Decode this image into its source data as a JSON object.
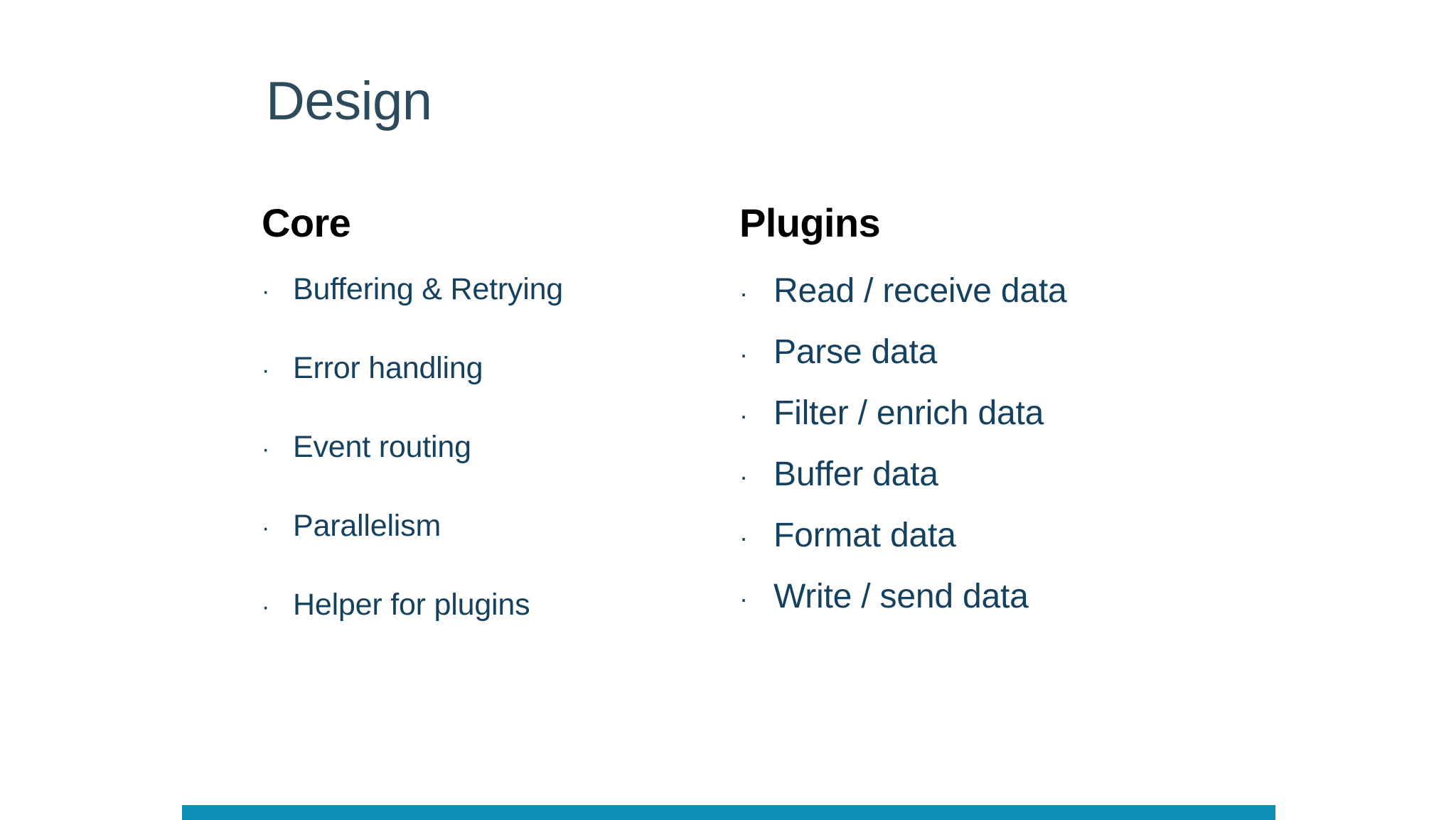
{
  "slide": {
    "title": "Design",
    "background_color": "#ffffff",
    "title_color": "#2e4b5e",
    "heading_color": "#000000",
    "body_color": "#15415f",
    "accent_color": "#0b8fb8"
  },
  "columns": [
    {
      "id": "core",
      "heading": "Core",
      "items": [
        {
          "bullet": "·",
          "label": "Buffering & Retrying"
        },
        {
          "bullet": "·",
          "label": "Error handling"
        },
        {
          "bullet": "·",
          "label": "Event routing"
        },
        {
          "bullet": "·",
          "label": "Parallelism"
        },
        {
          "bullet": "·",
          "label": "Helper for plugins"
        }
      ]
    },
    {
      "id": "plugins",
      "heading": "Plugins",
      "items": [
        {
          "bullet": "·",
          "label": "Read / receive data"
        },
        {
          "bullet": "·",
          "label": "Parse data"
        },
        {
          "bullet": "·",
          "label": "Filter / enrich data"
        },
        {
          "bullet": "·",
          "label": "Buffer data"
        },
        {
          "bullet": "·",
          "label": "Format data"
        },
        {
          "bullet": "·",
          "label": "Write / send data"
        }
      ]
    }
  ]
}
